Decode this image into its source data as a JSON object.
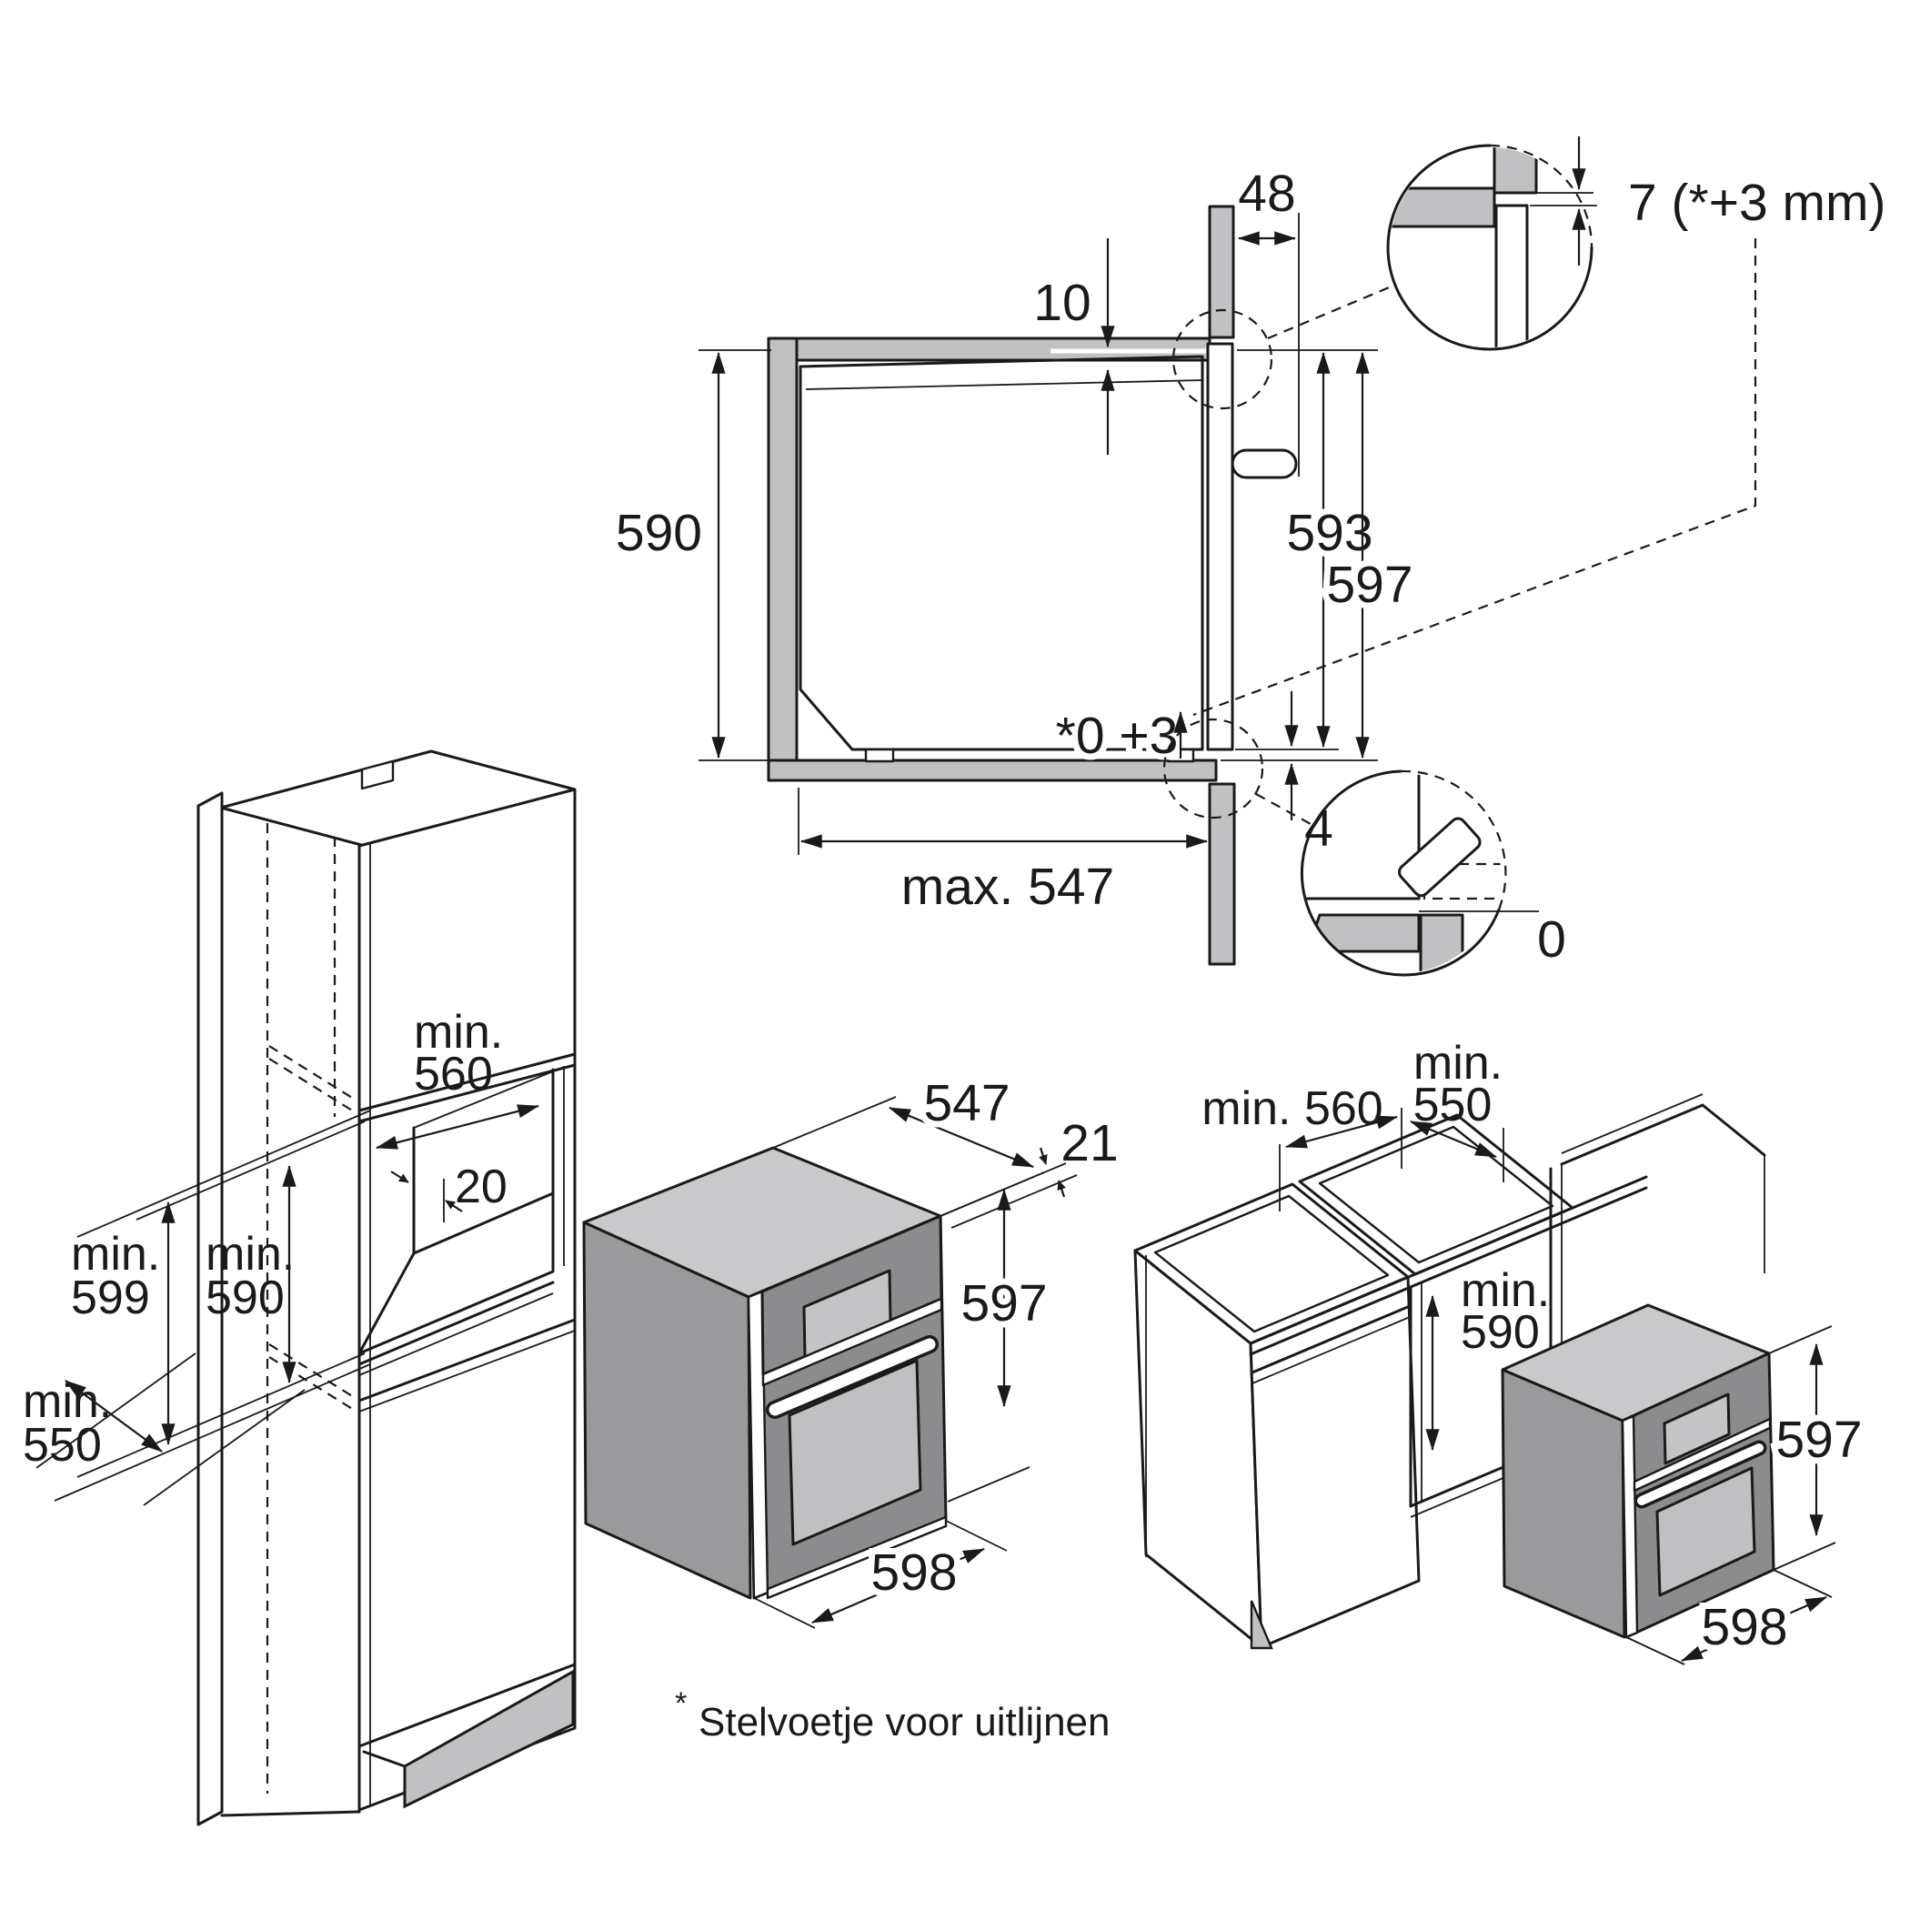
{
  "diagram": {
    "title": "Built-in oven installation dimensions",
    "unit": "mm",
    "colors": {
      "line": "#1a1a1a",
      "cabinet_gray": "#c1c1c3",
      "oven_top": "#c9c9cb",
      "oven_side": "#9a9a9d",
      "oven_front": "#8c8c8f",
      "display_window": "#c4c4c6",
      "door_window": "#c0c0c2"
    }
  },
  "cross_section": {
    "cabinet_height": "590",
    "top_gap": "10",
    "recess_depth": "48",
    "front_height": "593",
    "total_height": "597",
    "bottom_adjustment": "*0 +3",
    "foot_height": "4",
    "max_depth": "max. 547"
  },
  "details": {
    "top_gap": "7 (*+3 mm)",
    "foot_flush": "0"
  },
  "tall_cabinet": {
    "niche_depth_prefix": "min.",
    "niche_depth": "560",
    "rear_gap": "20",
    "front_height_prefix": "min.",
    "front_height": "599",
    "niche_height_prefix": "min.",
    "niche_height": "590",
    "depth_prefix": "min.",
    "depth": "550"
  },
  "oven": {
    "body_depth": "547",
    "front_overhang": "21",
    "height": "597",
    "width": "598"
  },
  "base_cabinets": {
    "niche_depth": "min. 560",
    "adjacent_depth_prefix": "min.",
    "adjacent_depth": "550",
    "niche_height_prefix": "min.",
    "niche_height": "590",
    "oven_height": "597",
    "oven_width": "598"
  },
  "footnote": {
    "marker": "*",
    "text": "Stelvoetje voor uitlijnen"
  }
}
